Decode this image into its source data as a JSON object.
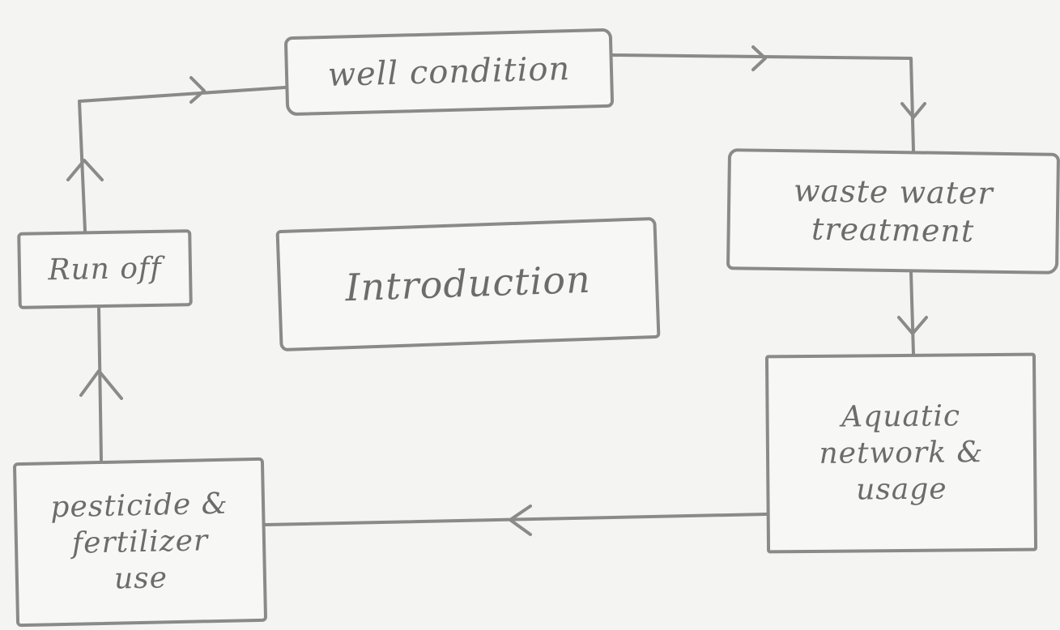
{
  "diagram": {
    "center_title": "Introduction",
    "nodes": [
      {
        "id": "well",
        "label": "well condition"
      },
      {
        "id": "waste",
        "label": "waste water\ntreatment"
      },
      {
        "id": "aquatic",
        "label": "Aquatic\nnetwork &\nusage"
      },
      {
        "id": "pesticide",
        "label": "pesticide &\nfertilizer\nuse"
      },
      {
        "id": "runoff",
        "label": "Run off"
      }
    ],
    "edges": [
      {
        "from": "well",
        "to": "waste"
      },
      {
        "from": "waste",
        "to": "aquatic"
      },
      {
        "from": "aquatic",
        "to": "pesticide"
      },
      {
        "from": "pesticide",
        "to": "runoff"
      },
      {
        "from": "runoff",
        "to": "well"
      }
    ],
    "colors": {
      "ink": "#8a8a88",
      "text": "#6c6c6a",
      "paper": "#f4f4f2"
    }
  }
}
